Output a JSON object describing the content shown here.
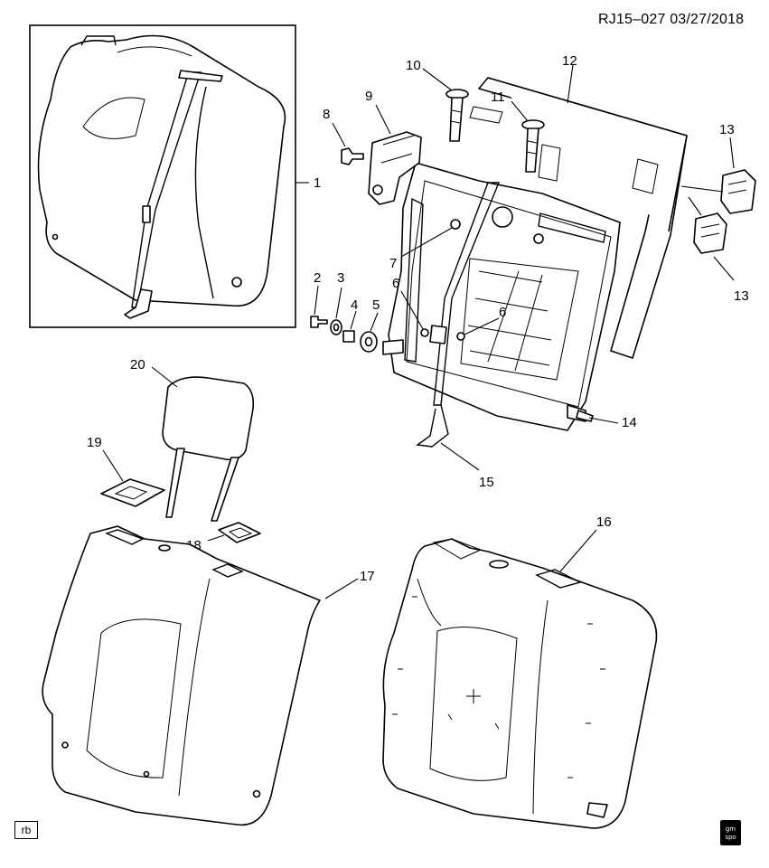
{
  "header": {
    "ref_code": "RJ15–027  03/27/2018"
  },
  "footer": {
    "view_tag": "rb",
    "badge_line1": "gm",
    "badge_line2": "spo"
  },
  "callouts": {
    "c1": "1",
    "c2": "2",
    "c3": "3",
    "c4": "4",
    "c5": "5",
    "c6a": "6",
    "c6b": "6",
    "c7": "7",
    "c8": "8",
    "c9": "9",
    "c10": "10",
    "c11": "11",
    "c12": "12",
    "c13a": "13",
    "c13b": "13",
    "c14": "14",
    "c15": "15",
    "c16": "16",
    "c17": "17",
    "c18": "18",
    "c19": "19",
    "c20": "20"
  }
}
